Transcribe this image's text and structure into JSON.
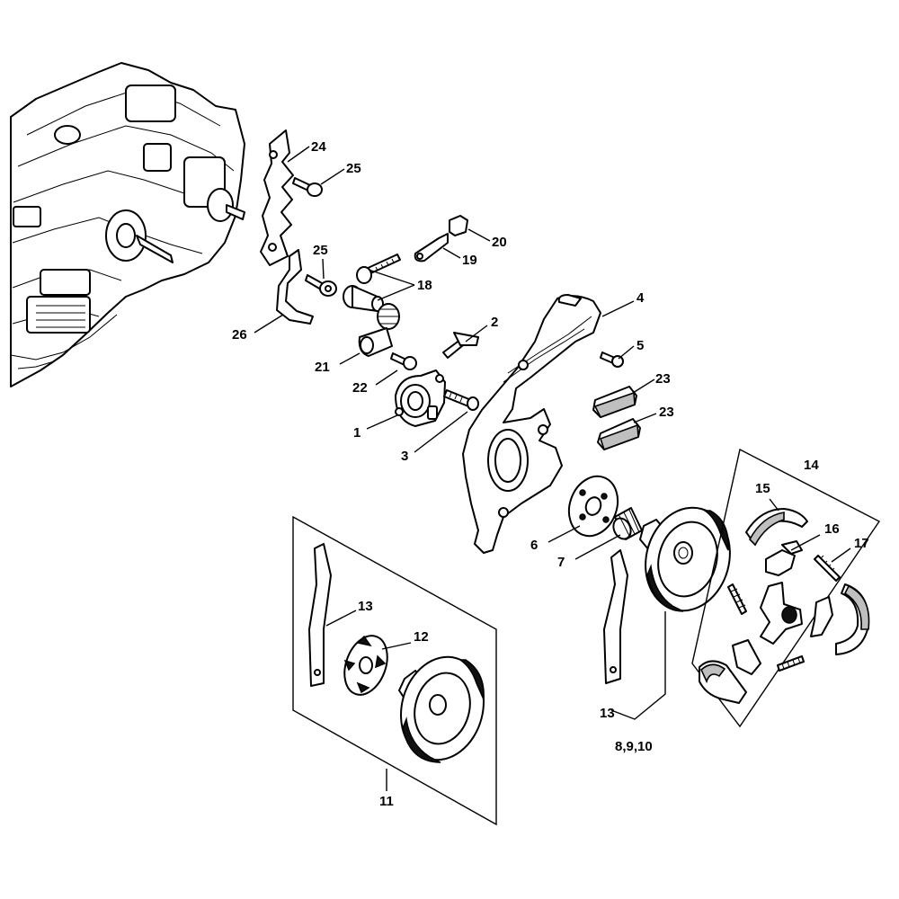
{
  "callouts": {
    "c1": "1",
    "c2": "2",
    "c3": "3",
    "c4": "4",
    "c5": "5",
    "c6": "6",
    "c7": "7",
    "c8_9_10": "8,9,10",
    "c11": "11",
    "c12": "12",
    "c13a": "13",
    "c13b": "13",
    "c14": "14",
    "c15": "15",
    "c16": "16",
    "c17": "17",
    "c18": "18",
    "c19": "19",
    "c20": "20",
    "c21": "21",
    "c22": "22",
    "c23a": "23",
    "c23b": "23",
    "c24": "24",
    "c25a": "25",
    "c25b": "25",
    "c26": "26"
  }
}
